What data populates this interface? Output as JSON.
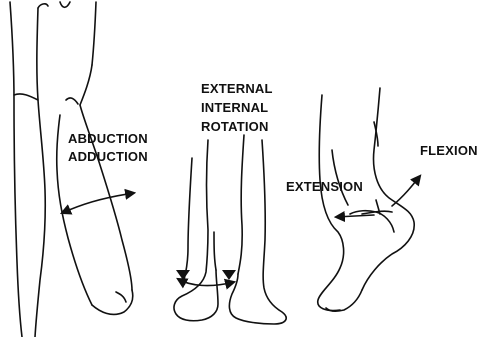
{
  "labels": {
    "abduction": "ABDUCTION",
    "adduction": "ADDUCTION",
    "external": "EXTERNAL",
    "internal": "INTERNAL",
    "rotation": "ROTATION",
    "extension": "EXTENSION",
    "flexion": "FLEXION"
  },
  "colors": {
    "stroke": "#111111",
    "background": "#ffffff"
  }
}
